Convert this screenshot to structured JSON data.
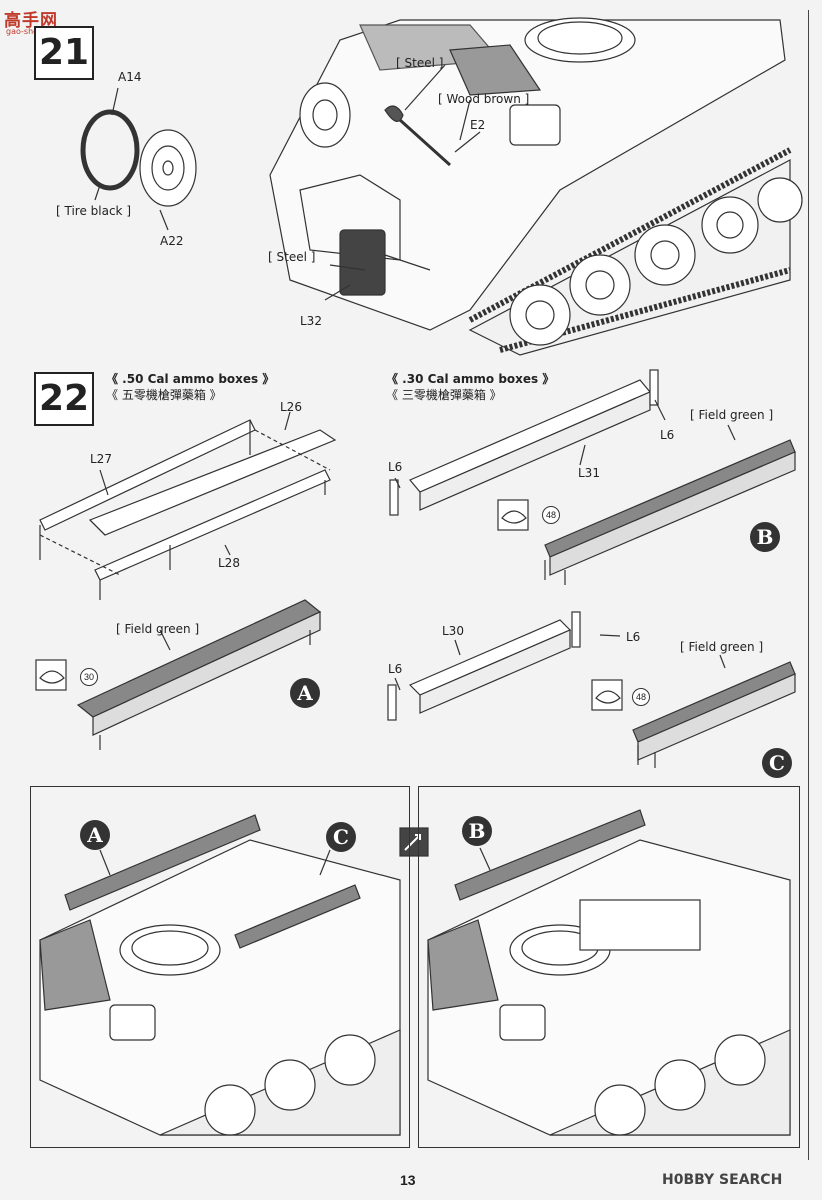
{
  "watermark": {
    "brand": "高手网",
    "url": "gao-shou.com"
  },
  "step21": {
    "number": "21",
    "labels": {
      "steel_top": "[ Steel ]",
      "wood_brown": "[ Wood brown ]",
      "tire_black": "[ Tire black ]",
      "steel_mid": "[ Steel ]"
    },
    "parts": {
      "a14": "A14",
      "a22": "A22",
      "e2": "E2",
      "l32": "L32"
    }
  },
  "step22": {
    "number": "22",
    "cal50": {
      "title_en": "《 .50 Cal ammo boxes 》",
      "title_zh": "《 五零機槍彈藥箱 》"
    },
    "cal30": {
      "title_en": "《 .30 Cal ammo boxes 》",
      "title_zh": "《 三零機槍彈藥箱 》"
    },
    "parts": {
      "l26": "L26",
      "l27": "L27",
      "l28": "L28",
      "l31": "L31",
      "l30": "L30",
      "l6": "L6"
    },
    "paint_label": "[ Field green ]",
    "paint_codes": {
      "a": "30",
      "b": "48",
      "c": "48"
    },
    "badges": {
      "a": "A",
      "b": "B",
      "c": "C"
    }
  },
  "footer": {
    "page": "13",
    "brand": "H0BBY SEARCH"
  }
}
